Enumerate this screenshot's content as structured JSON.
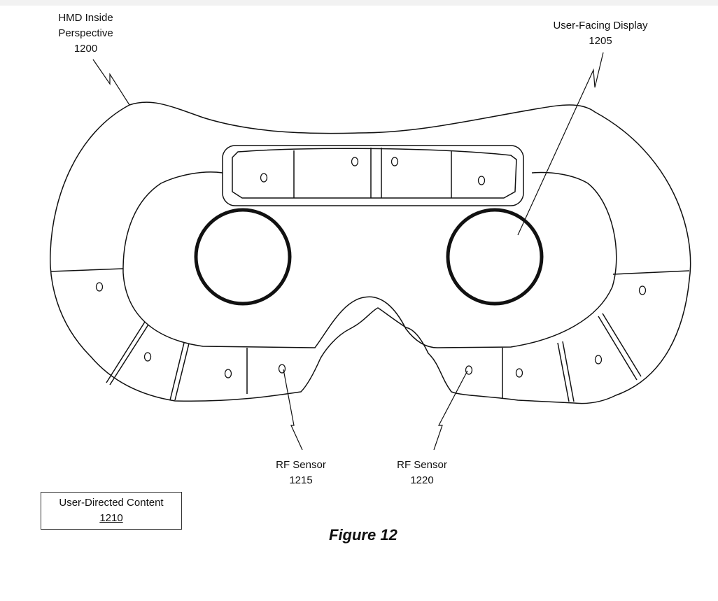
{
  "labels": {
    "hmd": {
      "title_line1": "HMD Inside",
      "title_line2": "Perspective",
      "ref": "1200"
    },
    "display": {
      "title": "User-Facing Display",
      "ref": "1205"
    },
    "rf_sensor_left": {
      "title": "RF Sensor",
      "ref": "1215"
    },
    "rf_sensor_right": {
      "title": "RF Sensor",
      "ref": "1220"
    },
    "content_box": {
      "title": "User-Directed Content",
      "ref": "1210"
    }
  },
  "figure_caption": "Figure 12"
}
